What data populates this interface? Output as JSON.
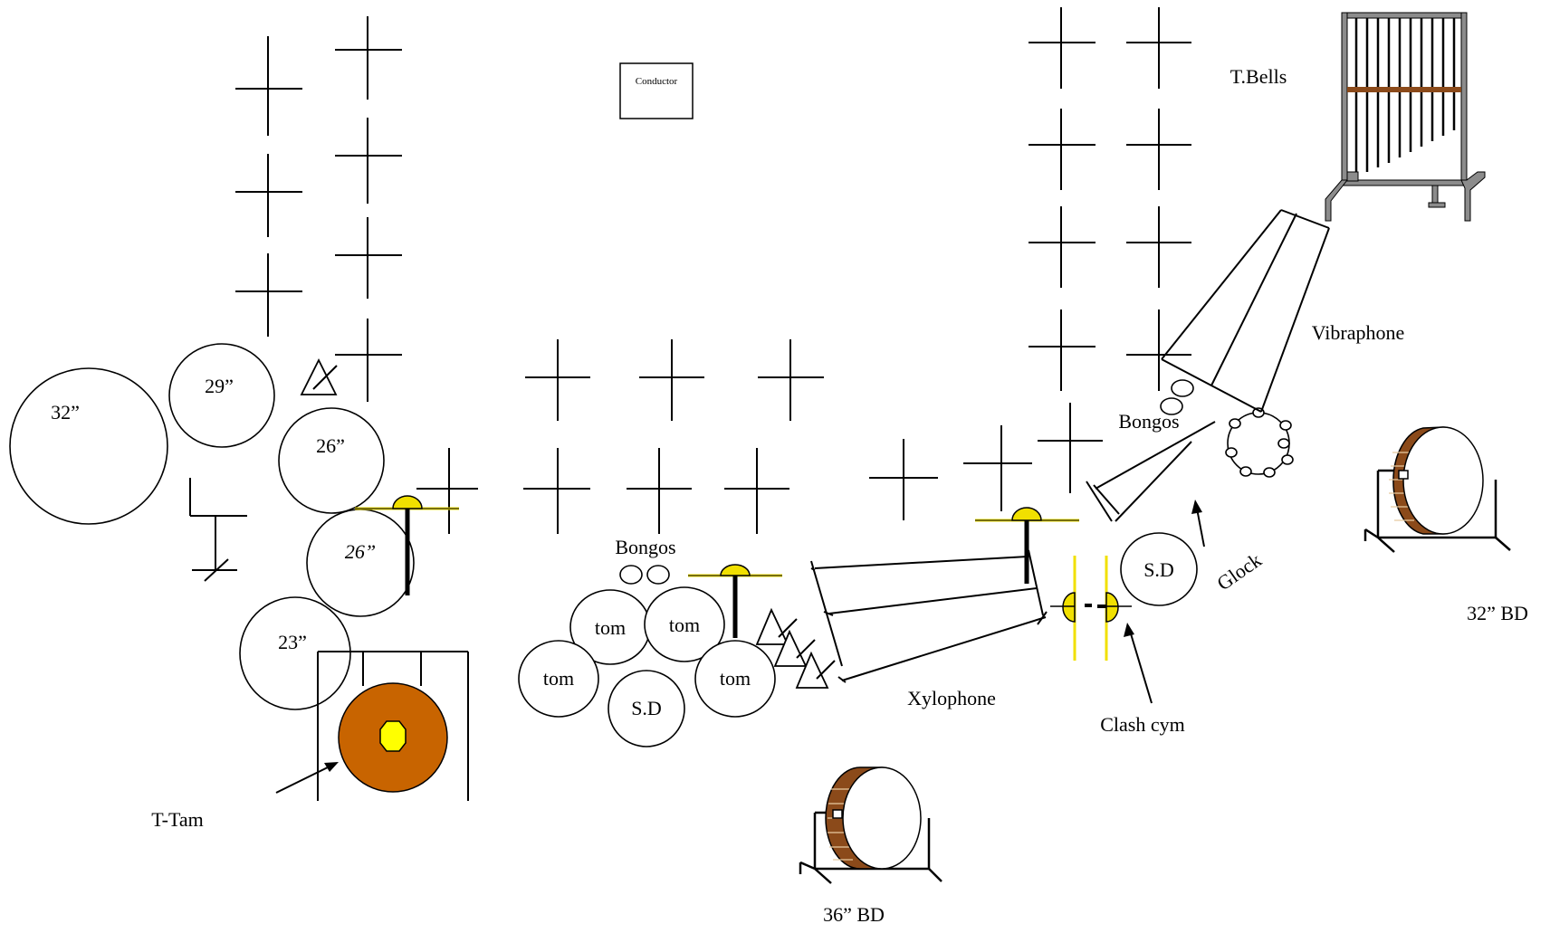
{
  "title": "",
  "colors": {
    "cymbal_yellow": "#f1e000",
    "tamtam_orange": "#c86400",
    "drum_brown": "#8b4a1a",
    "stand_gray": "#8c8c8c"
  },
  "labels": {
    "conductor": "Conductor",
    "timp_32": "32”",
    "timp_29": "29”",
    "timp_26a": "26”",
    "timp_26b": "26”",
    "timp_23": "23”",
    "t_tam": "T-Tam",
    "bongos_left": "Bongos",
    "tom_1": "tom",
    "tom_2": "tom",
    "tom_3": "tom",
    "tom_4": "tom",
    "sd_left": "S.D",
    "xylophone": "Xylophone",
    "bd_36": "36” BD",
    "clash_cym": "Clash cym",
    "sd_right": "S.D",
    "glock": "Glock",
    "bongos_right": "Bongos",
    "vibraphone": "Vibraphone",
    "t_bells": "T.Bells",
    "bd_32": "32” BD"
  }
}
